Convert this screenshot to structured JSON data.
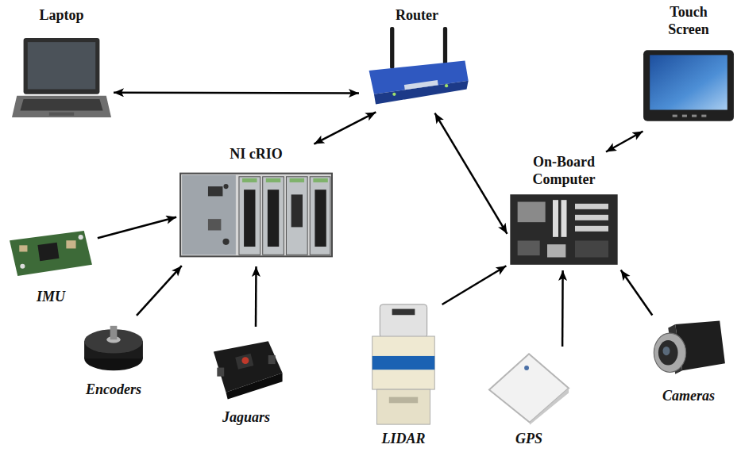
{
  "diagram": {
    "nodes": [
      {
        "text": [
          "Laptop"
        ]
      },
      {
        "text": [
          "Router"
        ]
      },
      {
        "text": [
          "Touch Screen"
        ]
      },
      {
        "text": [
          "NI cRIO"
        ]
      },
      {
        "text": [
          "On-Board Computer"
        ]
      },
      {
        "text": [
          "IMU"
        ]
      },
      {
        "text": [
          "Encoders"
        ]
      },
      {
        "text": [
          "Jaguars"
        ]
      },
      {
        "text": [
          "LIDAR"
        ]
      },
      {
        "text": [
          "GPS"
        ]
      },
      {
        "text": [
          "Cameras"
        ]
      }
    ],
    "edges": [
      {
        "from": 0,
        "to": 1,
        "arrow": "both"
      },
      {
        "from": 1,
        "to": 3,
        "arrow": "both"
      },
      {
        "from": 1,
        "to": 4,
        "arrow": "both"
      },
      {
        "from": 4,
        "to": 2,
        "arrow": "both"
      },
      {
        "from": 5,
        "to": 3,
        "arrow": "to"
      },
      {
        "from": 6,
        "to": 3,
        "arrow": "to"
      },
      {
        "from": 7,
        "to": 3,
        "arrow": "to"
      },
      {
        "from": 8,
        "to": 4,
        "arrow": "to"
      },
      {
        "from": 9,
        "to": 4,
        "arrow": "to"
      },
      {
        "from": 10,
        "to": 4,
        "arrow": "to"
      }
    ]
  }
}
